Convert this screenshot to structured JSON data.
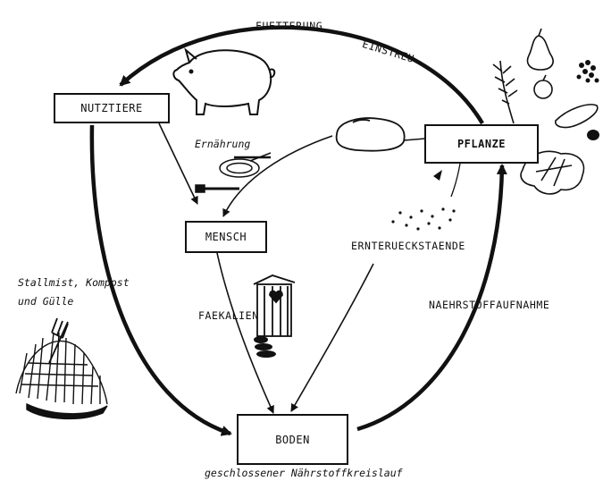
{
  "nodes": {
    "nutztiere": "NUTZTIERE",
    "pflanze": "PFLANZE",
    "mensch": "MENSCH",
    "boden": "BODEN"
  },
  "labels": {
    "fuetterung": "FUETTERUNG",
    "einstreu": "EINSTREU",
    "ernaehrung": "Ernährung",
    "ernterueckstaende": "ERNTERUECKSTAENDE",
    "faekalien": "FAEKALIEN",
    "naehrstoffaufnahme": "NAEHRSTOFFAUFNAHME",
    "stallmist_line1": "Stallmist, Kompost",
    "stallmist_line2": "und Gülle"
  },
  "caption": "geschlossener Nährstoffkreislauf",
  "illustrations": [
    "pig-icon",
    "plate-cutlery-icon",
    "bread-loaf-icon",
    "pear-icon",
    "apple-icon",
    "grain-ear-icon",
    "cucumber-icon",
    "berries-icon",
    "lettuce-icon",
    "seeds-icon",
    "outhouse-icon",
    "feces-icon",
    "manure-pile-icon",
    "pitchfork-icon"
  ]
}
